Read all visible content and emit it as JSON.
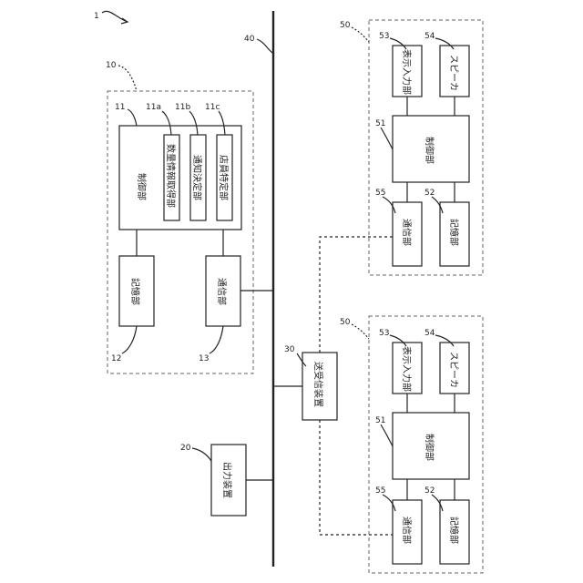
{
  "labels": {
    "system": "1",
    "server": "10",
    "controller": "11",
    "quantity_acquirer": "11a",
    "notification_determiner": "11b",
    "store_identifier": "11c",
    "storage": "12",
    "comm": "13",
    "output_device": "20",
    "transceiver": "30",
    "network": "40",
    "terminal_top": "50",
    "terminal_bottom": "50",
    "t_controller": "51",
    "t_storage": "52",
    "t_display": "53",
    "t_speaker": "54",
    "t_comm": "55"
  },
  "boxes": {
    "controller": "制御部",
    "quantity_acquirer": "数量情報取得部",
    "notification_determiner": "通知決定部",
    "store_identifier": "店員特定部",
    "storage": "記憶部",
    "comm": "通信部",
    "output_device": "出力装置",
    "transceiver": "送受信装置",
    "t_display": "表示入力部",
    "t_speaker": "スピーカ",
    "t_controller": "制御部",
    "t_comm": "通信部",
    "t_storage": "記憶部"
  }
}
